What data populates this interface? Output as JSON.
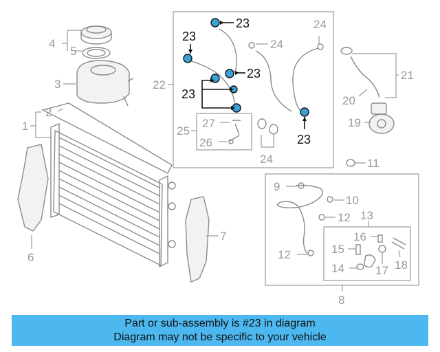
{
  "callouts": {
    "c1": "1",
    "c2": "2",
    "c3": "3",
    "c4": "4",
    "c5": "5",
    "c6": "6",
    "c7": "7",
    "c8": "8",
    "c9": "9",
    "c10": "10",
    "c11": "11",
    "c12a": "12",
    "c12b": "12",
    "c13": "13",
    "c14": "14",
    "c15": "15",
    "c16": "16",
    "c17": "17",
    "c18": "18",
    "c19": "19",
    "c20": "20",
    "c21": "21",
    "c22": "22",
    "c23a": "23",
    "c23b": "23",
    "c23c": "23",
    "c23d": "23",
    "c23e": "23",
    "c24a": "24",
    "c24b": "24",
    "c24c": "24",
    "c25": "25",
    "c26": "26",
    "c27": "27"
  },
  "banner": {
    "line1": "Part or sub-assembly is #23 in diagram",
    "line2": "Diagram may not be specific to your vehicle"
  },
  "colors": {
    "highlight_clamp": "#3aa0d8",
    "banner_bg": "#4db8f0"
  }
}
